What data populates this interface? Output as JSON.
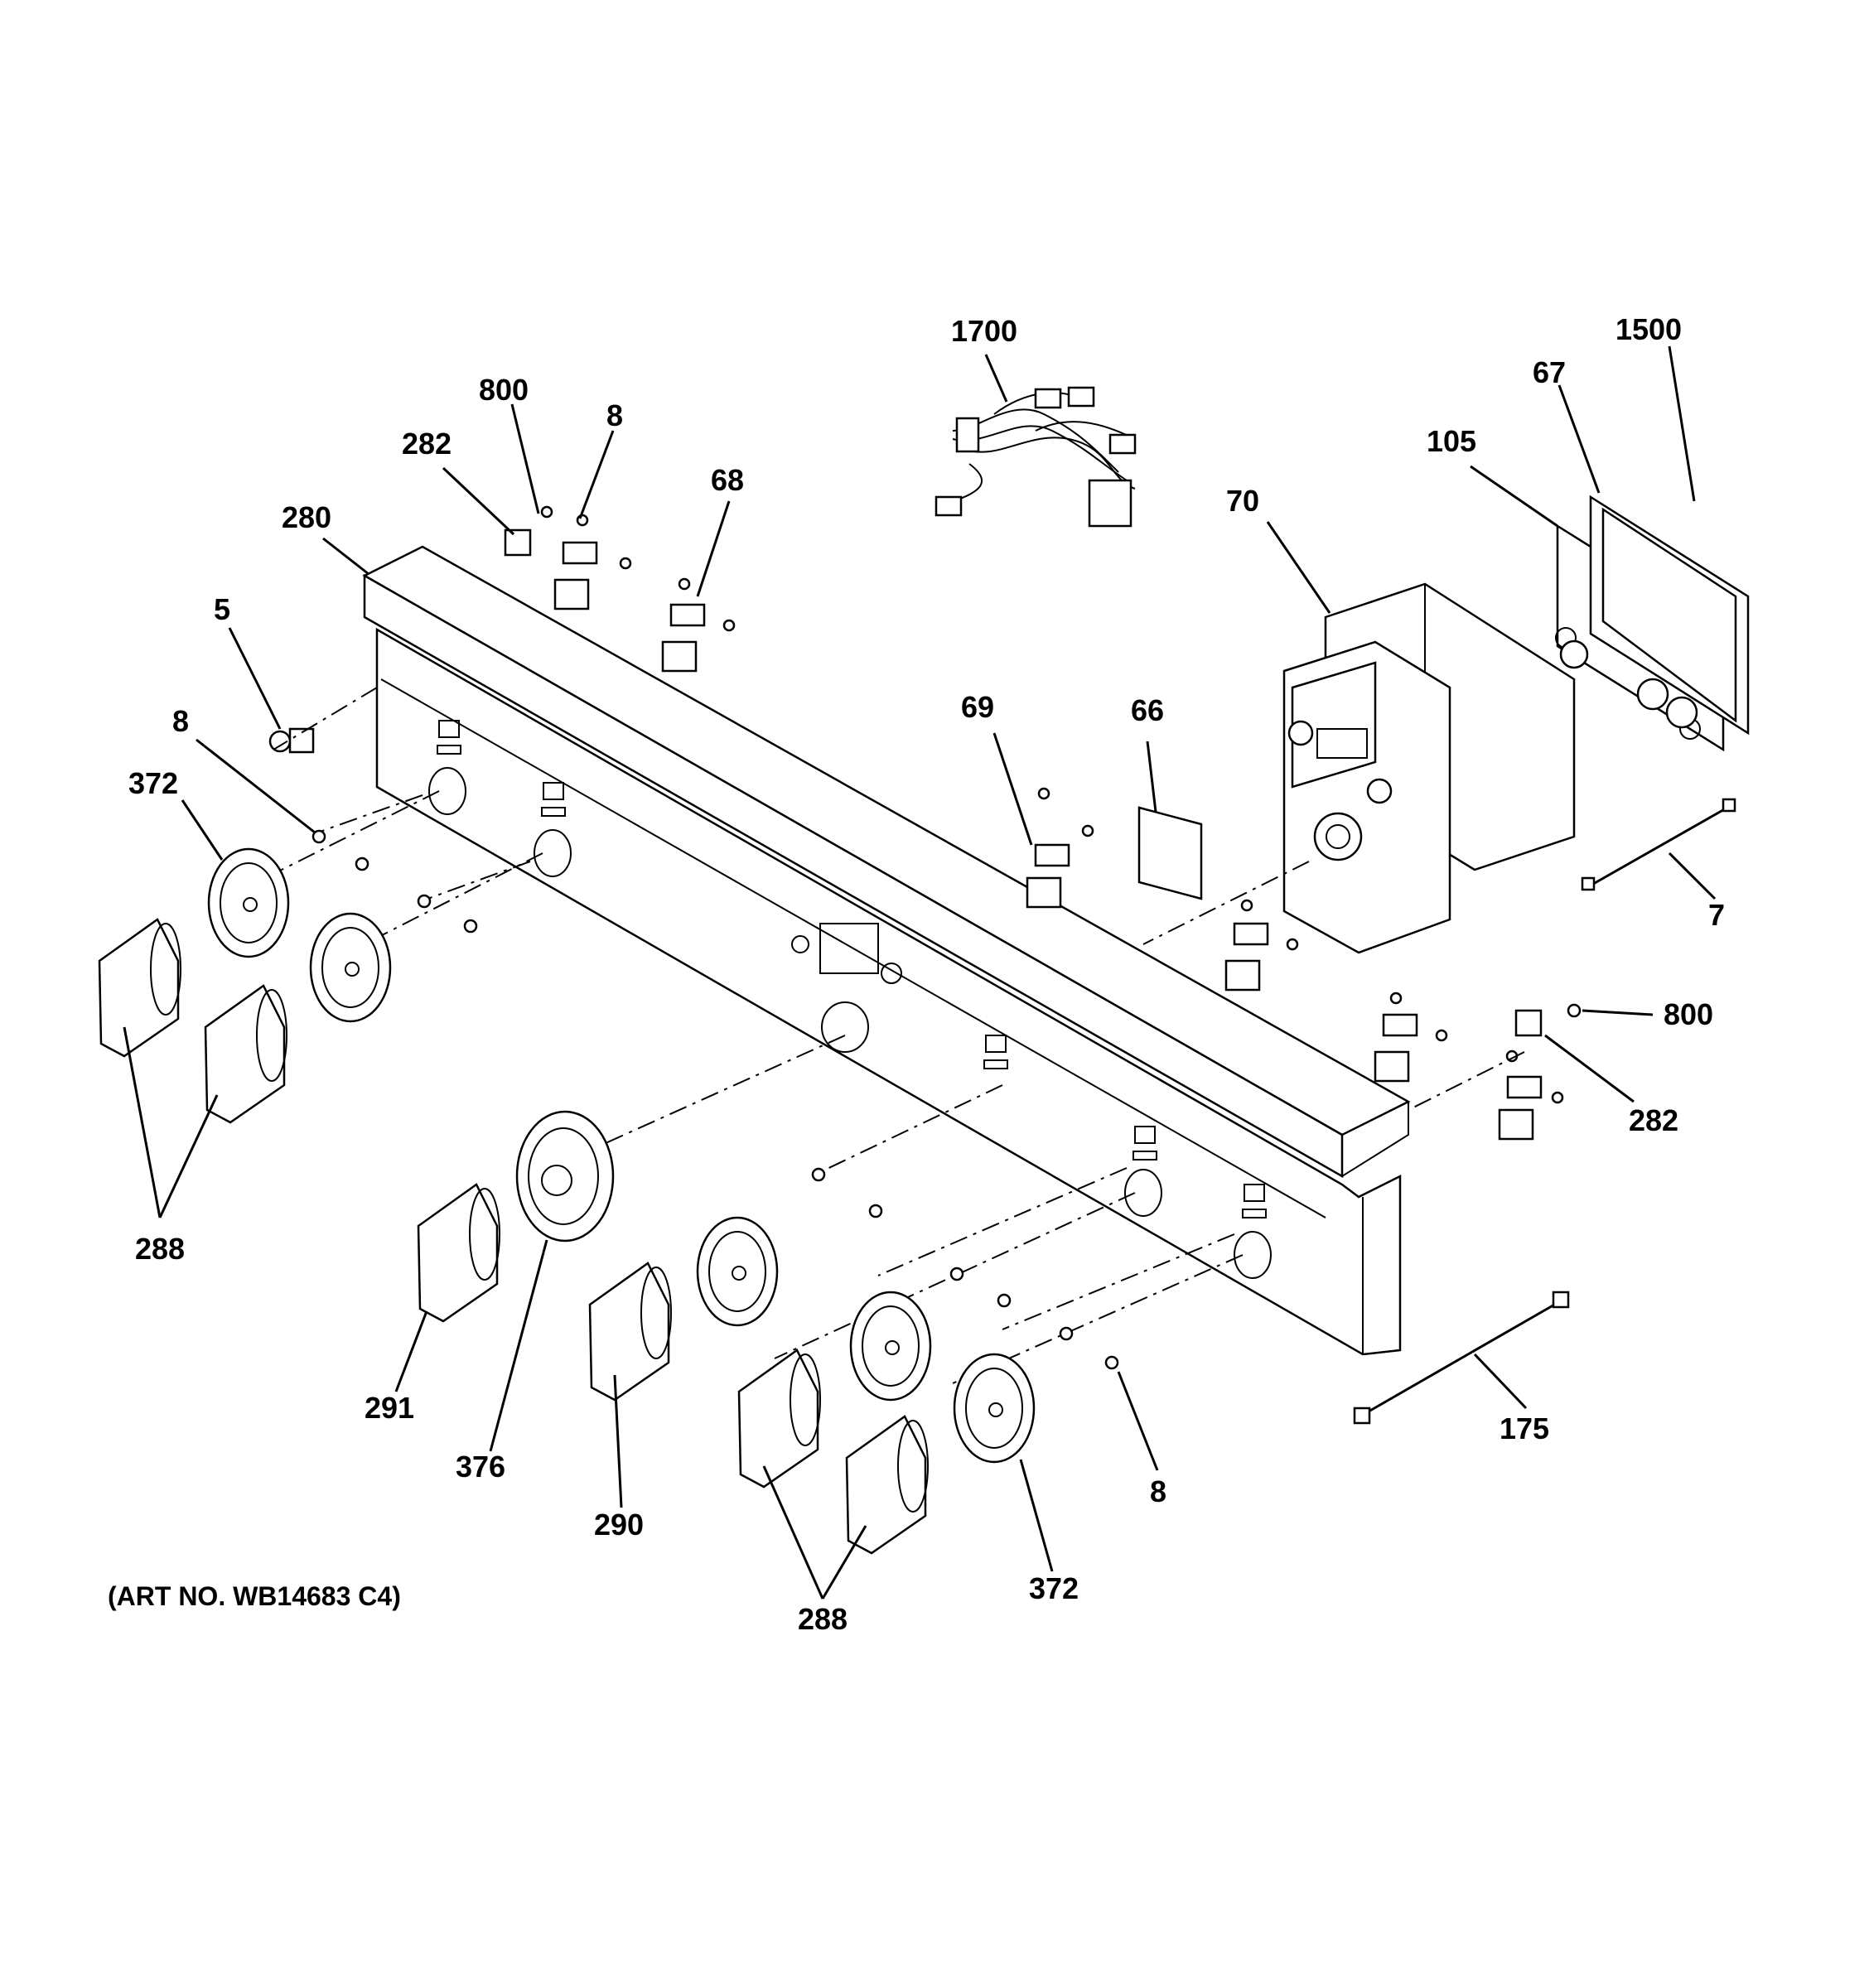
{
  "caption": "(ART NO. WB14683 C4)",
  "callouts": [
    {
      "id": "1700",
      "text": "1700"
    },
    {
      "id": "1500",
      "text": "1500"
    },
    {
      "id": "800-top",
      "text": "800"
    },
    {
      "id": "67",
      "text": "67"
    },
    {
      "id": "8-top",
      "text": "8"
    },
    {
      "id": "282-top",
      "text": "282"
    },
    {
      "id": "68",
      "text": "68"
    },
    {
      "id": "105",
      "text": "105"
    },
    {
      "id": "280",
      "text": "280"
    },
    {
      "id": "70",
      "text": "70"
    },
    {
      "id": "5",
      "text": "5"
    },
    {
      "id": "69",
      "text": "69"
    },
    {
      "id": "66",
      "text": "66"
    },
    {
      "id": "8-left",
      "text": "8"
    },
    {
      "id": "372-left",
      "text": "372"
    },
    {
      "id": "7",
      "text": "7"
    },
    {
      "id": "800-right",
      "text": "800"
    },
    {
      "id": "282-right",
      "text": "282"
    },
    {
      "id": "288-left",
      "text": "288"
    },
    {
      "id": "291",
      "text": "291"
    },
    {
      "id": "175",
      "text": "175"
    },
    {
      "id": "376",
      "text": "376"
    },
    {
      "id": "8-bottom",
      "text": "8"
    },
    {
      "id": "290",
      "text": "290"
    },
    {
      "id": "372-bottom",
      "text": "372"
    },
    {
      "id": "288-bottom",
      "text": "288"
    }
  ]
}
